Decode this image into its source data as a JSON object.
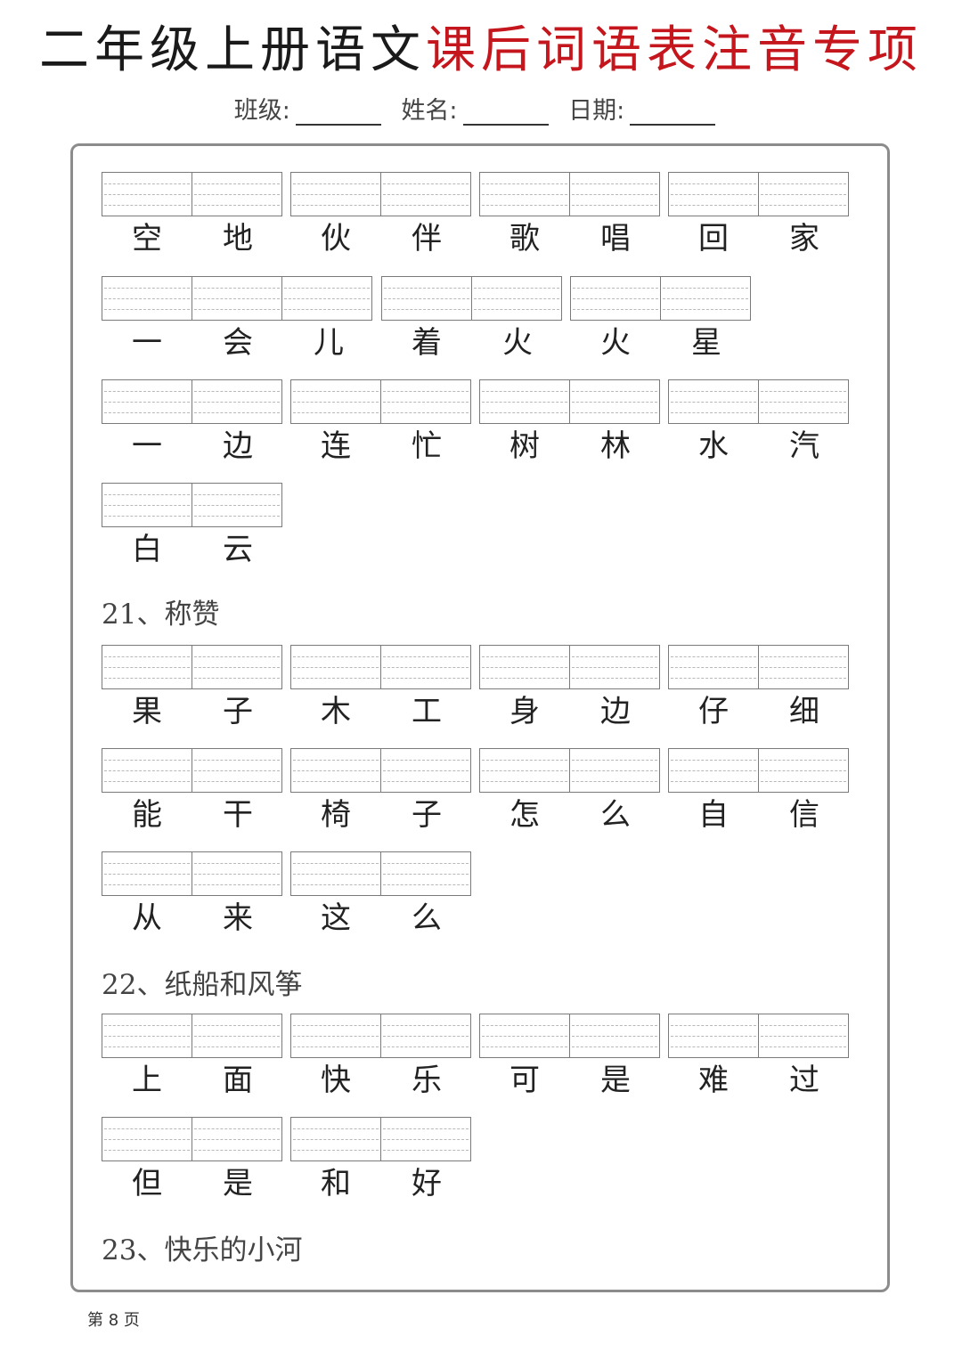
{
  "header": {
    "title_black": "二年级上册语文",
    "title_red": "课后词语表注音专项",
    "class_label": "班级:",
    "name_label": "姓名:",
    "date_label": "日期:"
  },
  "colors": {
    "title_red": "#c4161c",
    "border": "#8c8c8c"
  },
  "rows": [
    [
      "空地",
      "伙伴",
      "歌唱",
      "回家"
    ],
    [
      "一会儿",
      "着火",
      "火星"
    ],
    [
      "一边",
      "连忙",
      "树林",
      "水汽"
    ],
    [
      "白云"
    ],
    [
      "果子",
      "木工",
      "身边",
      "仔细"
    ],
    [
      "能干",
      "椅子",
      "怎么",
      "自信"
    ],
    [
      "从来",
      "这么"
    ],
    [
      "上面",
      "快乐",
      "可是",
      "难过"
    ],
    [
      "但是",
      "和好"
    ]
  ],
  "headings": [
    "21、称赞",
    "22、纸船和风筝",
    "23、快乐的小河"
  ],
  "footer": {
    "page": "第 8 页"
  }
}
